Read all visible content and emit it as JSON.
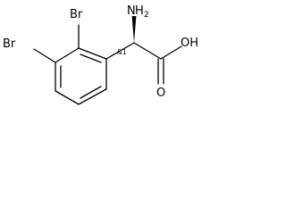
{
  "molecule": {
    "atom_labels": {
      "amine_n": "N",
      "amine_h": "H",
      "amine_h_count": "2",
      "carboxyl_oh": "OH",
      "carbonyl_o": "O",
      "bromine_2": "Br",
      "bromine_3": "Br"
    },
    "stereo_label": "&1"
  }
}
